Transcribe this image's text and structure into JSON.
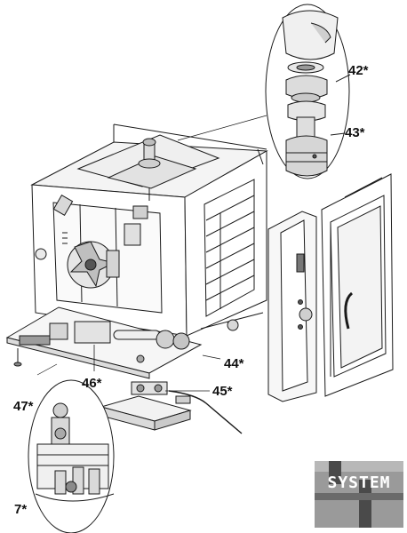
{
  "callouts": {
    "c42": "42*",
    "c43": "43*",
    "c44": "44*",
    "c45": "45*",
    "c46": "46*",
    "c47": "47*",
    "c7": "7*"
  },
  "logo": {
    "text": "SYSTEM"
  },
  "colors": {
    "line": "#1a1a1a",
    "fill": "#ffffff",
    "shade": "#cfcfcf",
    "logo_bg": "#9a9a9a",
    "logo_dark": "#4a4a4a"
  }
}
